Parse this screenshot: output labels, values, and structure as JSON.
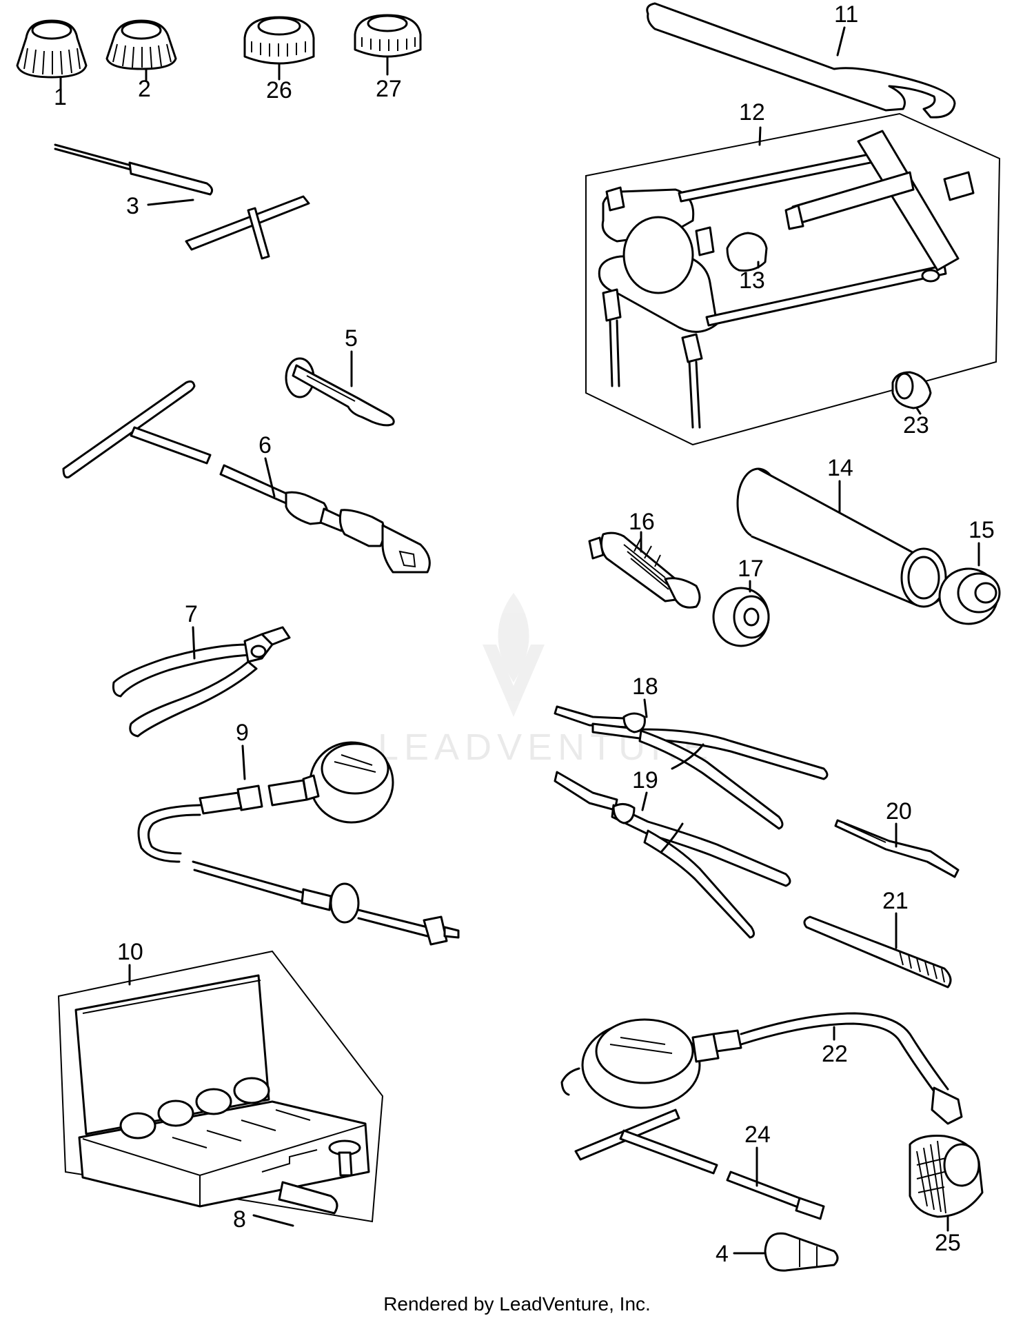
{
  "callouts": {
    "n1": "1",
    "n2": "2",
    "n3": "3",
    "n4": "4",
    "n5": "5",
    "n6": "6",
    "n7": "7",
    "n8": "8",
    "n9": "9",
    "n10": "10",
    "n11": "11",
    "n12": "12",
    "n13": "13",
    "n14": "14",
    "n15": "15",
    "n16": "16",
    "n17": "17",
    "n18": "18",
    "n19": "19",
    "n20": "20",
    "n21": "21",
    "n22": "22",
    "n23": "23",
    "n24": "24",
    "n25": "25",
    "n26": "26",
    "n27": "27"
  },
  "watermark": "LEADVENTURE",
  "footer": "Rendered by LeadVenture, Inc."
}
